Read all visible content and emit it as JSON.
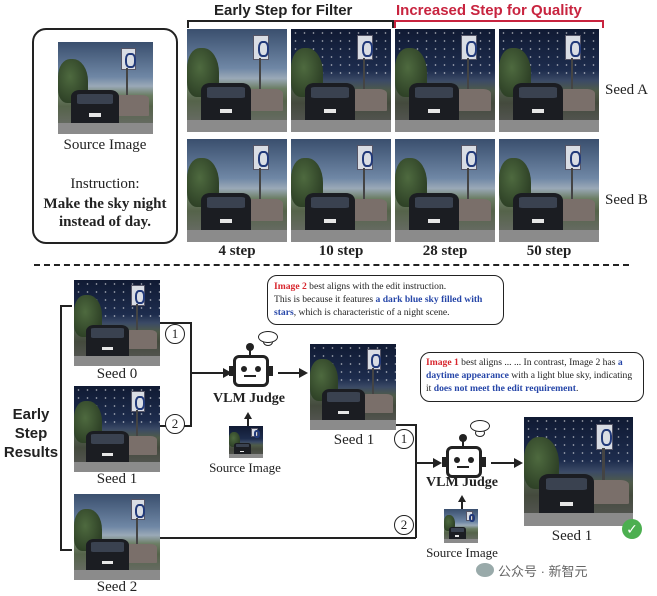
{
  "source_panel": {
    "caption": "Source Image",
    "instruction_label": "Instruction:",
    "instruction_text": "Make the sky night instead of day."
  },
  "grid": {
    "header_filter": "Early Step for Filter",
    "header_quality": "Increased Step for Quality",
    "steps": [
      "4 step",
      "10 step",
      "28 step",
      "50 step"
    ],
    "seeds": [
      "Seed A",
      "Seed B"
    ]
  },
  "flow": {
    "early_label": "Early Step Results",
    "seed_captions": [
      "Seed 0",
      "Seed 1",
      "Seed 2"
    ],
    "judge_label": "VLM Judge",
    "source_caption": "Source Image",
    "first_winner": "Seed 1",
    "final_winner": "Seed 1",
    "circle_1": "1",
    "circle_2": "2",
    "bubble1": {
      "p1": "Image 2",
      "p2": " best aligns with the edit instruction.",
      "p3": "This is because it features ",
      "p4": "a dark blue sky filled with stars",
      "p5": ", which is characteristic of a night scene."
    },
    "bubble2": {
      "p1": "Image 1",
      "p2": " best aligns ... ... In contrast, Image 2 has ",
      "p3": "a daytime appearance",
      "p4": " with a light blue sky, indicating it ",
      "p5": "does not meet the edit requirement",
      "p6": "."
    }
  },
  "watermark": "公众号 · 新智元",
  "colors": {
    "quality_red": "#c8243f",
    "highlight_red": "#d8262e",
    "highlight_blue": "#2646a8",
    "check_green": "#4caf50"
  }
}
